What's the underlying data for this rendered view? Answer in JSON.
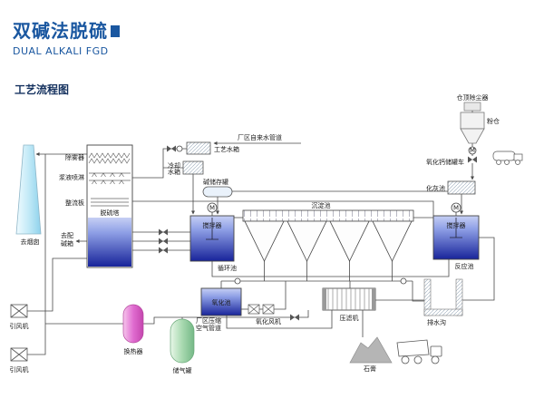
{
  "header": {
    "title": "双碱法脱硫",
    "subtitle": "DUAL ALKALI FGD",
    "diagram_title": "工艺流程图"
  },
  "colors": {
    "title_blue": "#1a57a0",
    "tank_blue": "#2438ae",
    "chimney_blue": "#aee0f2",
    "heat_exchanger_pink": "#d85cc6",
    "gas_tank_green": "#8cc79a",
    "gypsum_gray": "#b5b5b5"
  },
  "labels": {
    "chimney": "去烟囱",
    "id_fan_1": "引风机",
    "id_fan_2": "引风机",
    "demister": "除雾器",
    "slurry_spray": "浆液喷淋",
    "rectifier_plate": "整流板",
    "fgd_tower": "脱硫塔",
    "to_alkali_tank_1": "去配",
    "to_alkali_tank_2": "碱箱",
    "process_water_tank": "工艺水箱",
    "tap_water_pipe": "厂区自来水管道",
    "cooling_tank_1": "冷却",
    "cooling_tank_2": "水箱",
    "alkali_storage_tank": "碱储存罐",
    "agitator_left": "搅拌器",
    "circulation_pool": "循环池",
    "sedimentation_pool": "沉淀池",
    "agitator_right": "搅拌器",
    "reaction_pool": "反应池",
    "silo_dust_collector": "仓顶除尘器",
    "powder_silo": "粉仓",
    "cao_tank_truck": "氧化钙储罐车",
    "lime_slaking_pool": "化灰池",
    "oxidation_pool": "氧化池",
    "oxidation_fan": "氧化风机",
    "filter_press": "压滤机",
    "drain_ditch": "排水沟",
    "gypsum": "石膏",
    "heat_exchanger": "换热器",
    "gas_storage_tank": "储气罐",
    "compressed_air_pipe_1": "厂区压缩",
    "compressed_air_pipe_2": "空气管道",
    "motor": "M"
  }
}
